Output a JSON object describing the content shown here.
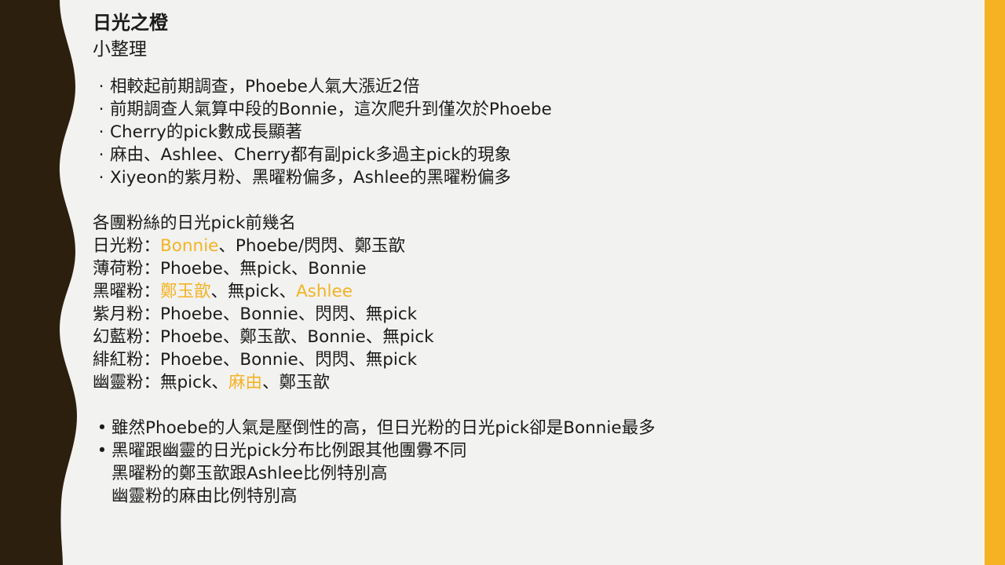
{
  "slide": {
    "title": "日光之橙",
    "subtitle": "小整理",
    "colors": {
      "left_band": "#2c1f0e",
      "right_band": "#f5b324",
      "background": "#f2f2f0",
      "highlight": "#f5b324"
    },
    "summary_bullets": [
      "相較起前期調查，Phoebe人氣大漲近2倍",
      "前期調查人氣算中段的Bonnie，這次爬升到僅次於Phoebe",
      "Cherry的pick數成長顯著",
      "麻由、Ashlee、Cherry都有副pick多過主pick的現象",
      "Xiyeon的紫月粉、黑曜粉偏多，Ashlee的黑曜粉偏多"
    ],
    "ranking": {
      "heading": "各團粉絲的日光pick前幾名",
      "rows": [
        {
          "group": "日光粉",
          "sep": "：",
          "parts": [
            "Bonnie",
            "、Phoebe/閃閃、鄭玉歆"
          ]
        },
        {
          "group": "薄荷粉",
          "sep": "：",
          "parts": [
            "Phoebe、無pick、Bonnie"
          ]
        },
        {
          "group": "黑曜粉",
          "sep": "：",
          "parts": [
            "鄭玉歆",
            "、無pick、",
            "Ashlee"
          ]
        },
        {
          "group": "紫月粉",
          "sep": "：",
          "parts": [
            "Phoebe、Bonnie、閃閃、無pick"
          ]
        },
        {
          "group": "幻藍粉",
          "sep": "：",
          "parts": [
            "Phoebe、鄭玉歆、Bonnie、無pick"
          ]
        },
        {
          "group": "緋紅粉",
          "sep": "：",
          "parts": [
            "Phoebe、Bonnie、閃閃、無pick"
          ]
        },
        {
          "group": "幽靈粉",
          "sep": "：",
          "parts": [
            "無pick、",
            "麻由",
            "、鄭玉歆"
          ]
        }
      ]
    },
    "conclusions": [
      "雖然Phoebe的人氣是壓倒性的高，但日光粉的日光pick卻是Bonnie最多",
      "黑曜跟幽靈的日光pick分布比例跟其他團釁不同"
    ],
    "conclusion_details": [
      "黑曜粉的鄭玉歆跟Ashlee比例特別高",
      "幽靈粉的麻由比例特別高"
    ]
  }
}
